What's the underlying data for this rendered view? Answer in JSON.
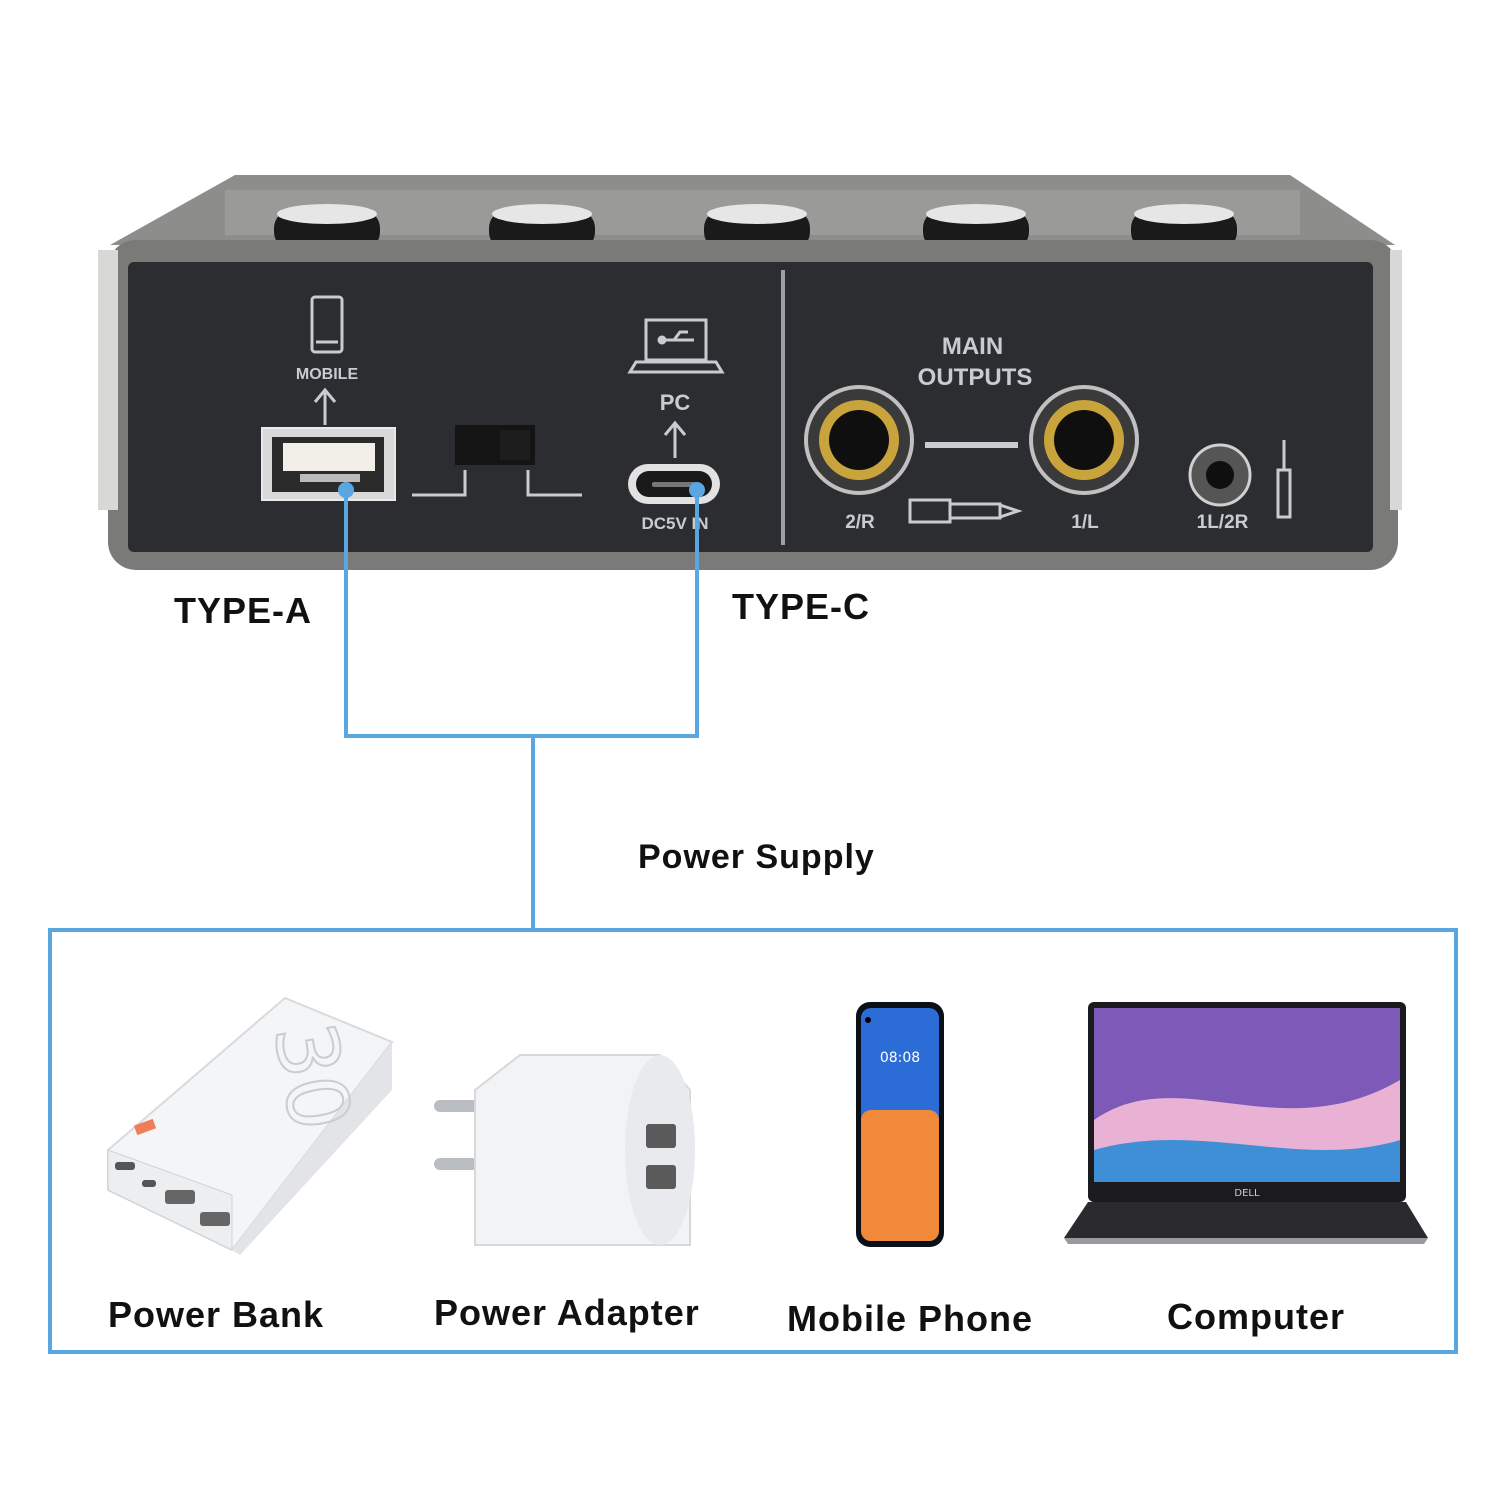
{
  "panel": {
    "mobile_label": "MOBILE",
    "pc_label": "PC",
    "dc_label": "DC5V IN",
    "main_outputs_line1": "MAIN",
    "main_outputs_line2": "OUTPUTS",
    "jack_right_label": "2/R",
    "jack_left_label": "1/L",
    "headphone_label": "1L/2R"
  },
  "callouts": {
    "type_a": "TYPE-A",
    "type_c": "TYPE-C",
    "power_supply": "Power Supply"
  },
  "power_sources": [
    {
      "label": "Power Bank"
    },
    {
      "label": "Power Adapter"
    },
    {
      "label": "Mobile Phone"
    },
    {
      "label": "Computer"
    }
  ],
  "device_details": {
    "phone_time": "08:08",
    "laptop_brand": "DELL",
    "power_bank_capacity": "30"
  },
  "colors": {
    "connector_line": "#5aa6e0",
    "panel_face": "#2b2d31",
    "chassis": "#7a7a78",
    "panel_text": "#c8ccd0",
    "jack_gold": "#c9a43c"
  }
}
